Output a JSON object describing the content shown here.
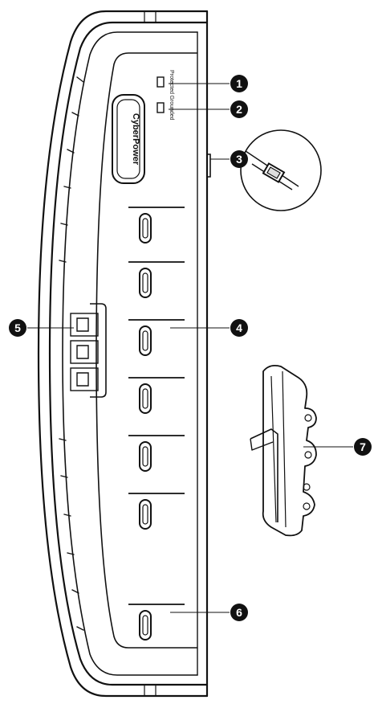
{
  "brand_logo": "CyberPower",
  "indicators": [
    {
      "label": "Protected"
    },
    {
      "label": "Grounded"
    }
  ],
  "callouts": [
    "1",
    "2",
    "3",
    "4",
    "5",
    "6",
    "7"
  ]
}
